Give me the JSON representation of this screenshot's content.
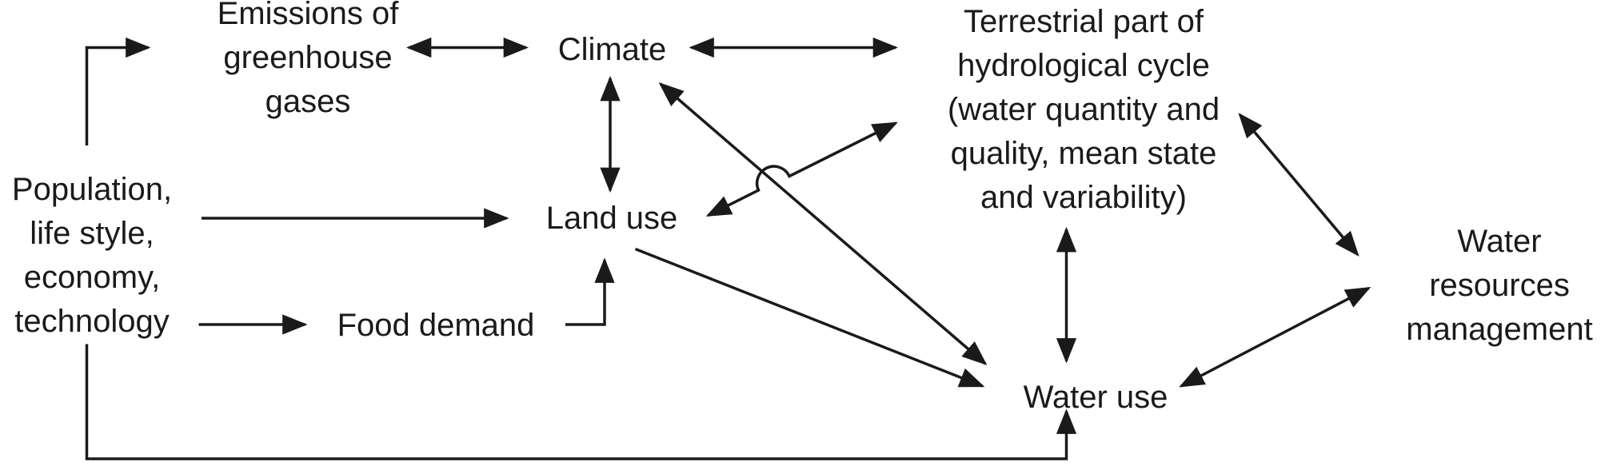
{
  "nodes": {
    "emissions": [
      "Emissions of",
      "greenhouse",
      "gases"
    ],
    "climate": [
      "Climate"
    ],
    "terrestrial": [
      "Terrestrial part of",
      "hydrological cycle",
      "(water quantity and",
      "quality, mean state",
      "and variability)"
    ],
    "population": [
      "Population,",
      "life style,",
      "economy,",
      "technology"
    ],
    "land_use": [
      "Land use"
    ],
    "food_demand": [
      "Food demand"
    ],
    "water_use": [
      "Water use"
    ],
    "water_resources": [
      "Water",
      "resources",
      "management"
    ]
  }
}
